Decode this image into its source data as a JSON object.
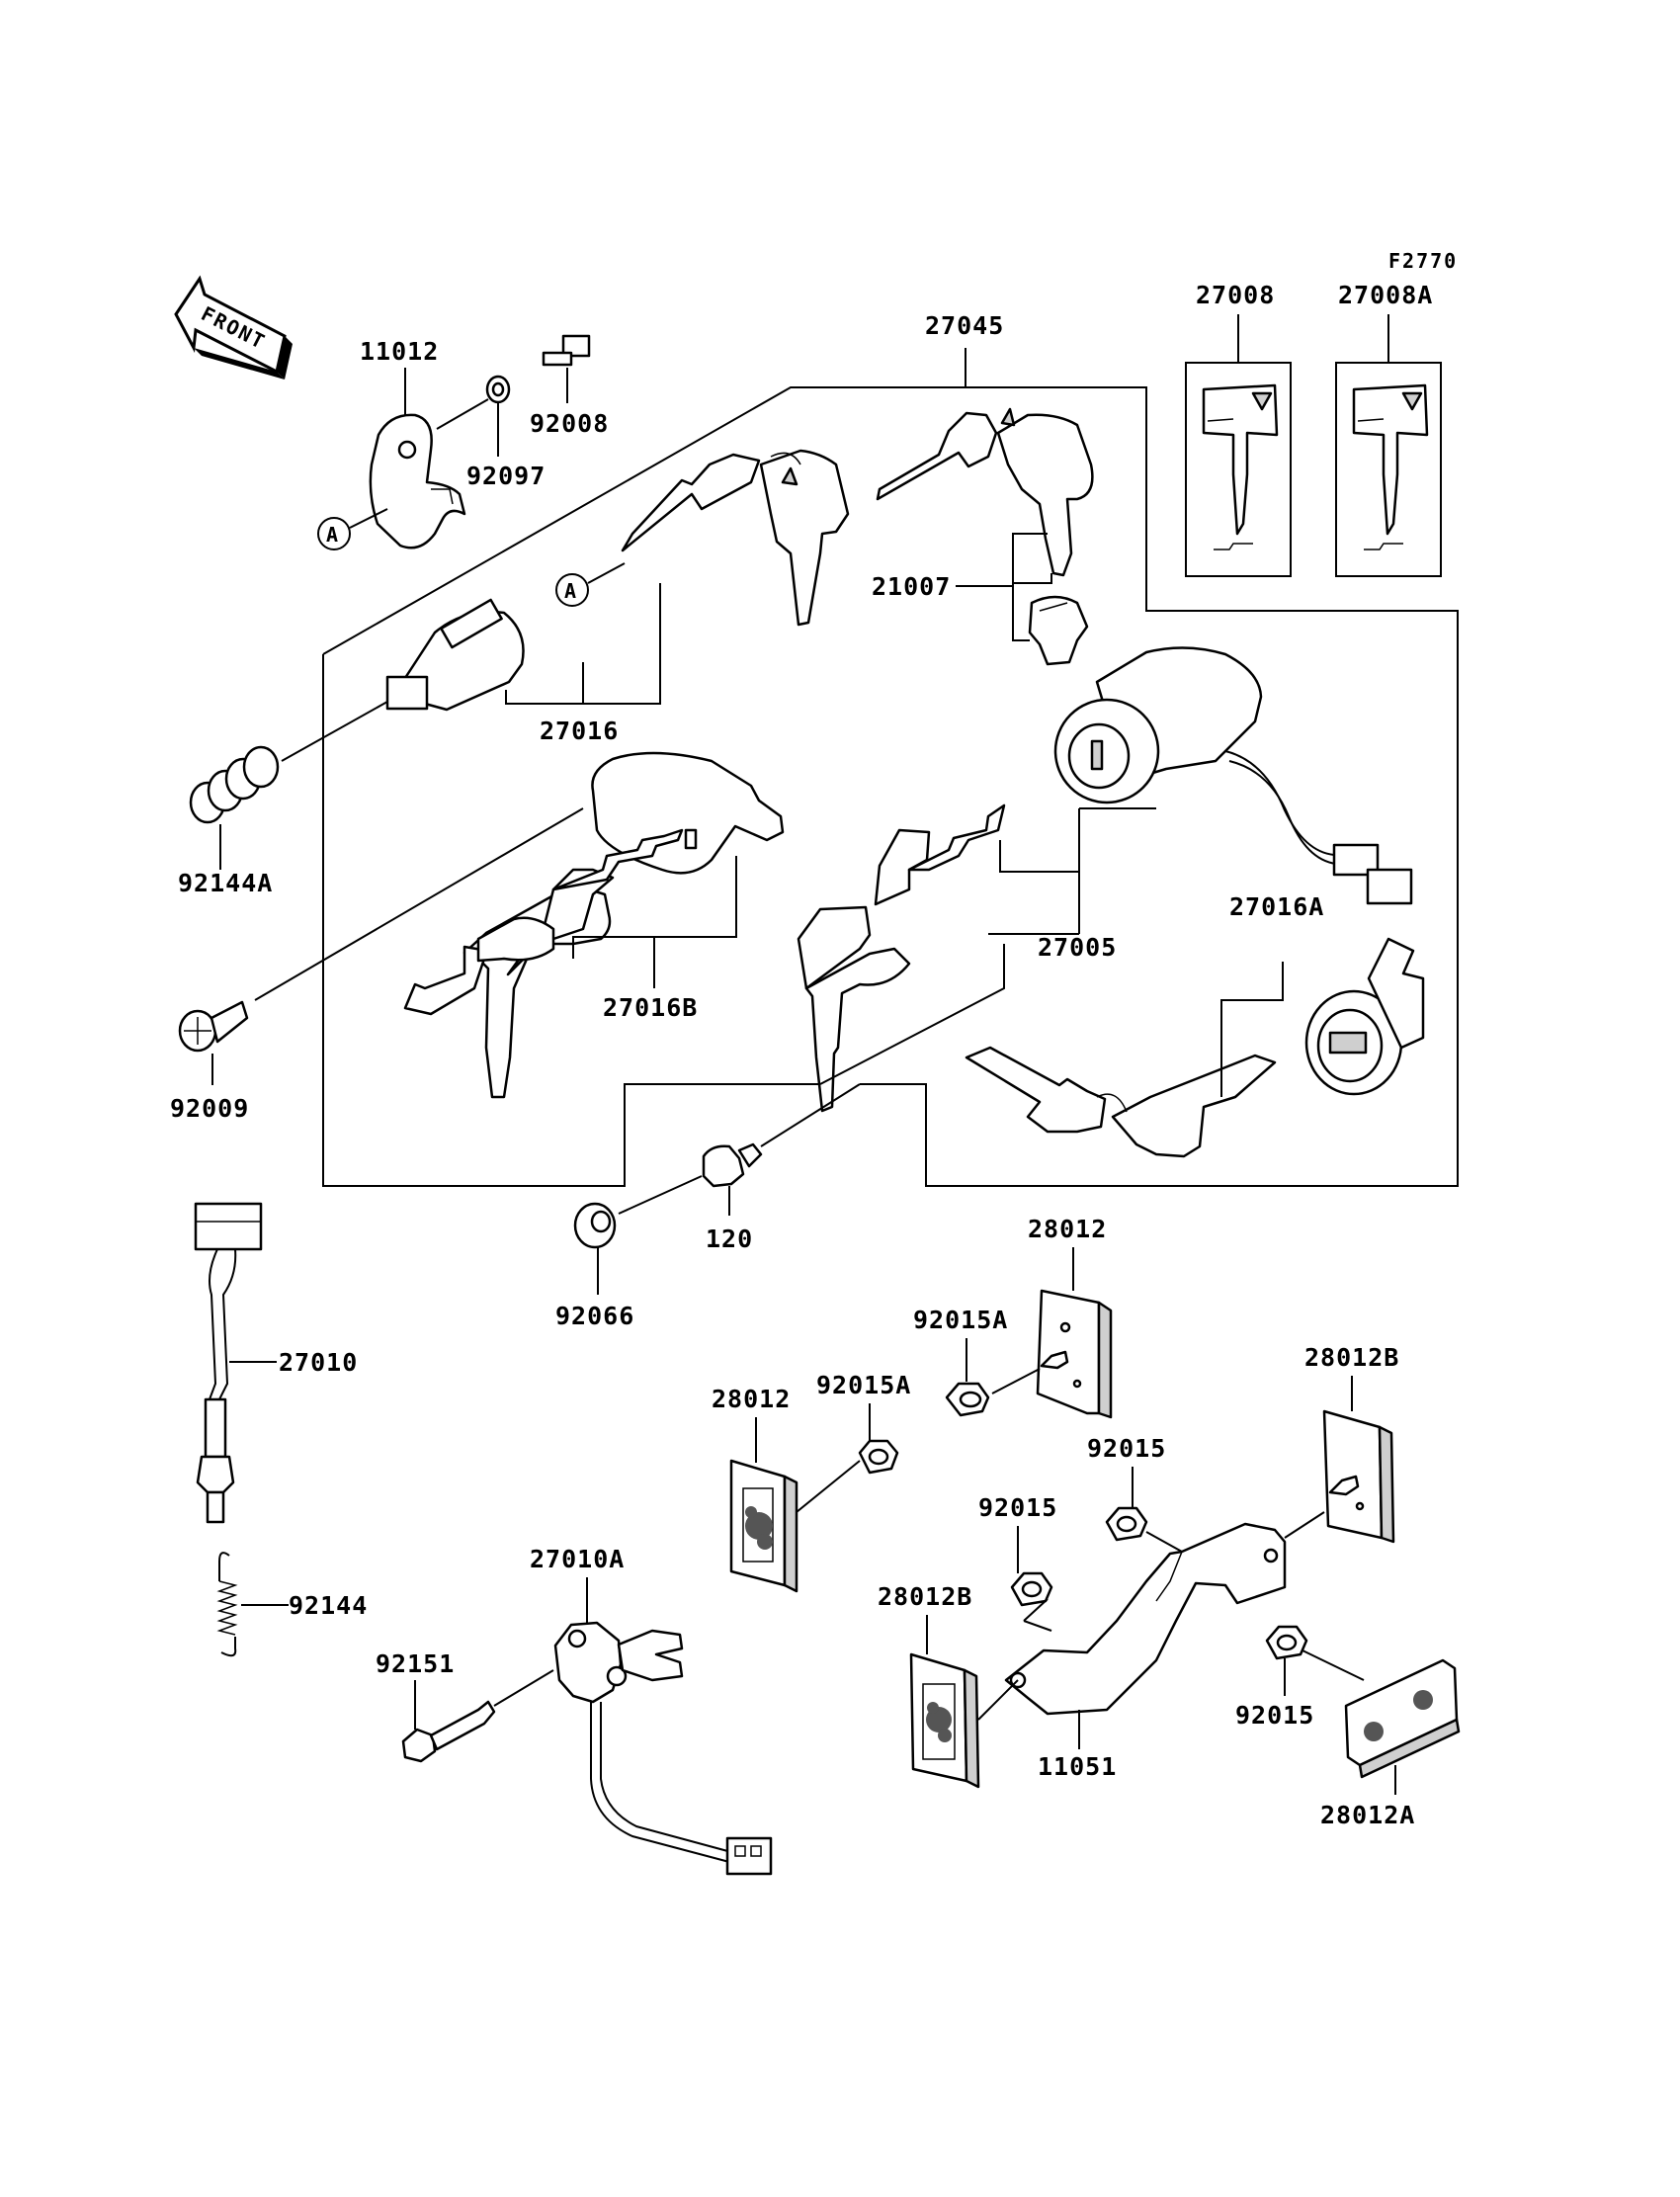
{
  "figure_code": "F2770",
  "front_label": "FRONT",
  "circle_marker": "A",
  "labels": {
    "p11012": "11012",
    "p92008": "92008",
    "p92097": "92097",
    "p27045": "27045",
    "p27008": "27008",
    "p27008A": "27008A",
    "p21007": "21007",
    "p27016": "27016",
    "p92144A": "92144A",
    "p27016B": "27016B",
    "p27005": "27005",
    "p27016A": "27016A",
    "p92009": "92009",
    "p120": "120",
    "p92066": "92066",
    "p27010": "27010",
    "p28012_top": "28012",
    "p92015A_top": "92015A",
    "p28012_mid": "28012",
    "p92015A_mid": "92015A",
    "p28012B_right": "28012B",
    "p92015_mid": "92015",
    "p92015_left": "92015",
    "p92144": "92144",
    "p27010A": "27010A",
    "p92151": "92151",
    "p28012B_left": "28012B",
    "p11051": "11051",
    "p92015_bottom": "92015",
    "p28012A": "28012A"
  }
}
